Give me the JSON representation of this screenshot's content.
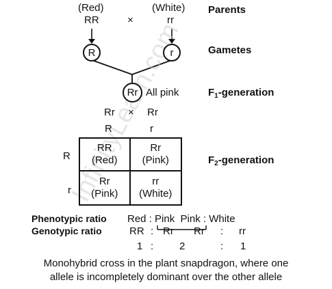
{
  "parents": {
    "left_phenotype": "(Red)",
    "left_genotype": "RR",
    "cross": "×",
    "right_phenotype": "(White)",
    "right_genotype": "rr",
    "label": "Parents"
  },
  "gametes": {
    "left": "R",
    "right": "r",
    "label": "Gametes"
  },
  "f1": {
    "genotype": "Rr",
    "description": "All pink",
    "label_prefix": "F",
    "label_sub": "1",
    "label_suffix": "-generation"
  },
  "f1_cross": {
    "left": "Rr",
    "cross": "×",
    "right": "Rr",
    "gamete_left": "R",
    "gamete_right": "r"
  },
  "punnett": {
    "row_headers": [
      "R",
      "r"
    ],
    "cells": [
      {
        "genotype": "RR",
        "phenotype": "(Red)"
      },
      {
        "genotype": "Rr",
        "phenotype": "(Pink)"
      },
      {
        "genotype": "Rr",
        "phenotype": "(Pink)"
      },
      {
        "genotype": "rr",
        "phenotype": "(White)"
      }
    ],
    "label_prefix": "F",
    "label_sub": "2",
    "label_suffix": "-generation"
  },
  "phenotypic_ratio": {
    "label": "Phenotypic ratio",
    "text": "Red : Pink  Pink : White"
  },
  "genotypic_ratio": {
    "label": "Genotypic ratio",
    "g1": "RR",
    "sep1": ":",
    "g2": "Rr",
    "g3": "Rr",
    "sep2": ":",
    "g4": "rr",
    "n1": "1",
    "n1_sep": ":",
    "n2": "2",
    "n2_sep": ":",
    "n3": "1"
  },
  "caption": {
    "line1": "Monohybrid cross in the plant snapdragon, where one",
    "line2": "allele is incompletely dominant over the other allele"
  },
  "watermark": "InfinityLearn.com"
}
